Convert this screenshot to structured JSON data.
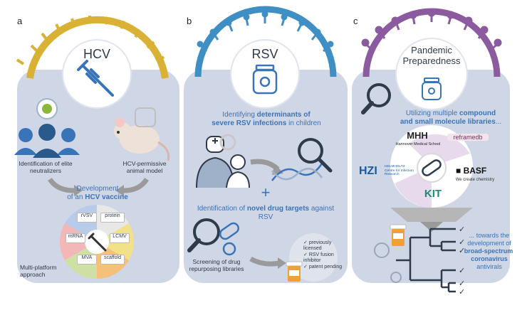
{
  "panels": {
    "a": {
      "letter": "a",
      "title": "HCV",
      "neutralizers_label": "Identification of elite neutralizers",
      "mouse_label": "HCV-permissive animal model",
      "development_line1": "Development",
      "development_line2_prefix": "of an ",
      "development_line2_bold": "HCV vaccine",
      "platforms": [
        "rVSV",
        "protein",
        "LCMV",
        "scaffold",
        "MVA",
        "mRNA"
      ],
      "multiplatform_label": "Multi-platform approach"
    },
    "b": {
      "letter": "b",
      "title": "RSV",
      "identifying_line1_prefix": "Identifying ",
      "identifying_line1_bold": "determinants of",
      "identifying_line2_bold": "severe RSV infections",
      "identifying_line2_suffix": " in children",
      "plus": "+",
      "targets_line1_prefix": "Identification of ",
      "targets_line1_bold": "novel drug targets",
      "targets_line1_suffix": " against",
      "targets_line2": "RSV",
      "screening_label": "Screening of drug repurposing libraries",
      "checklist": [
        "previously licensed",
        "RSV fusion inhibitor",
        "patent pending"
      ]
    },
    "c": {
      "letter": "c",
      "title_line1": "Pandemic",
      "title_line2": "Preparedness",
      "utilizing_line1_prefix": "Utilizing multiple ",
      "utilizing_line1_bold": "compound",
      "utilizing_line2_bold": "and small molecule libraries",
      "utilizing_line2_suffix": "...",
      "logos": {
        "mhh": "MHH",
        "mhh_sub": "Hannover Medical School",
        "reframe": "reframedb",
        "hzi": "HZI",
        "hzi_sub": "HELMHOLTZ Centre for Infection Research",
        "basf": "BASF",
        "basf_sub": "We create chemistry",
        "kit": "KIT"
      },
      "towards_line1": "... towards the",
      "towards_line2": "development of",
      "towards_line3_bold": "broad-spectrum",
      "towards_line4_bold": "coronavirus",
      "towards_line5": "antivirals"
    }
  },
  "colors": {
    "panel_bg": "#cfd6e6",
    "hcv_envelope": "#d9b235",
    "rsv_envelope": "#3f8fc4",
    "corona_envelope": "#8c5a9e",
    "accent_blue": "#3a74b8"
  }
}
